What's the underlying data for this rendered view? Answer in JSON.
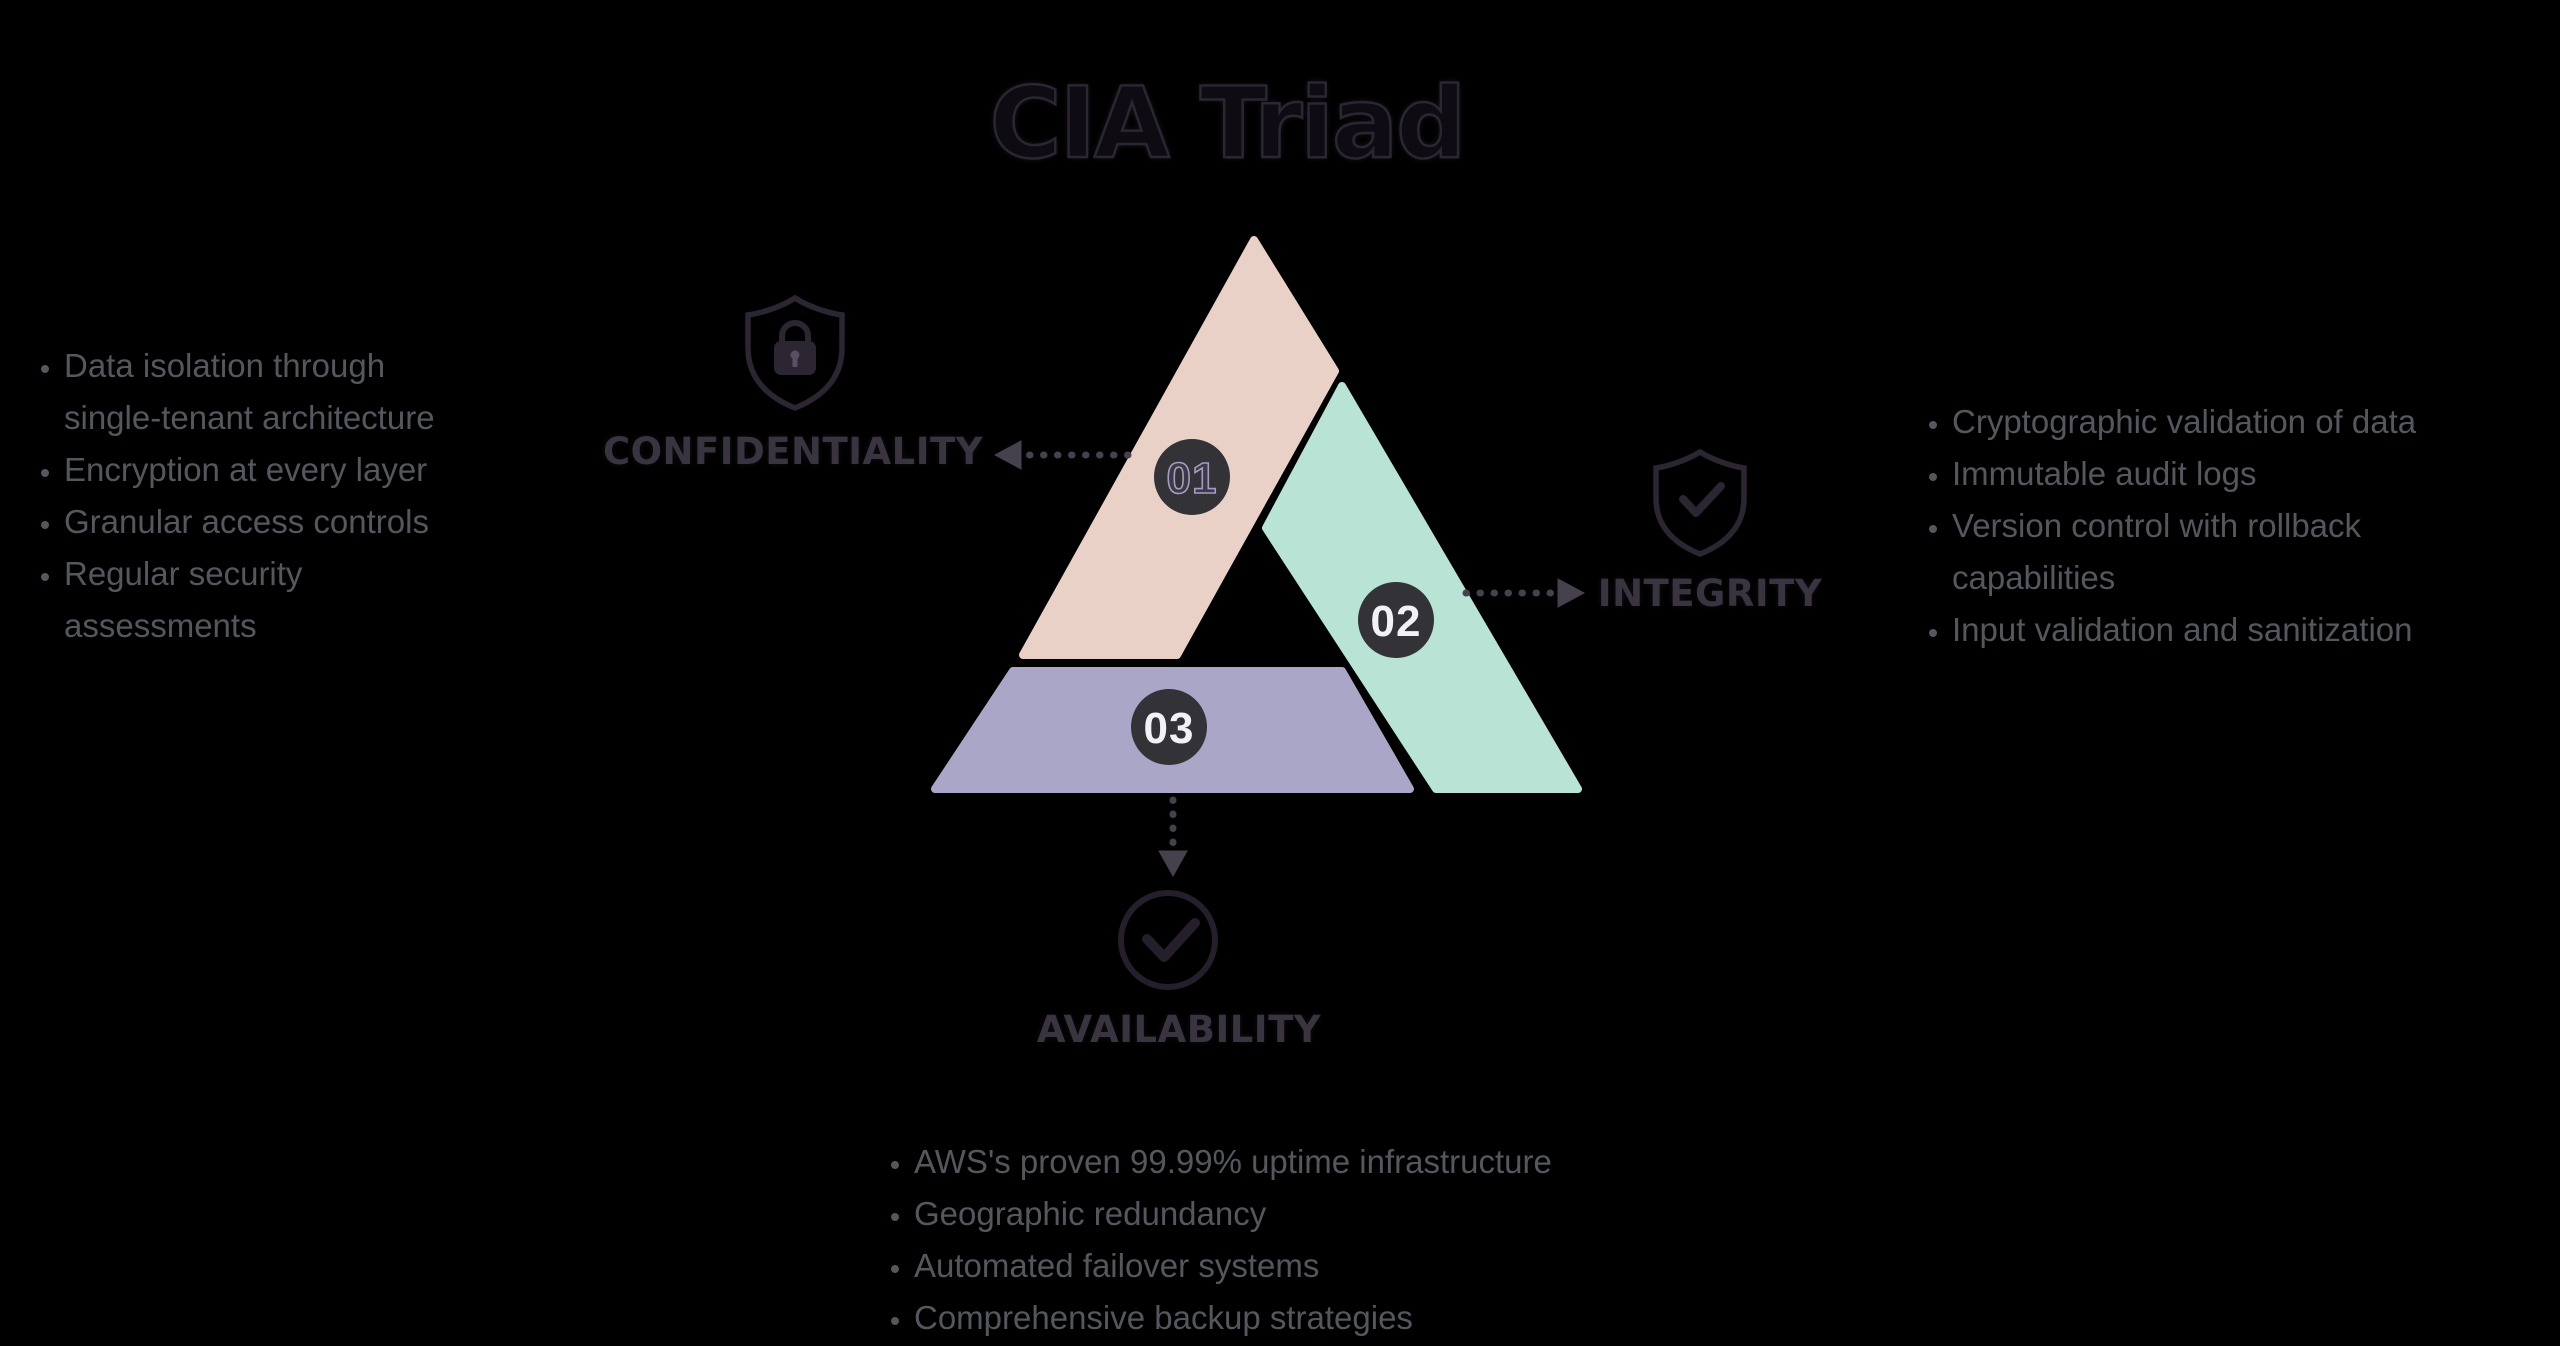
{
  "title": "CIA Triad",
  "triangle": {
    "segments": [
      {
        "id": "confidentiality",
        "number": "01",
        "color": "#e9d1c7"
      },
      {
        "id": "integrity",
        "number": "02",
        "color": "#b9e3d5"
      },
      {
        "id": "availability",
        "number": "03",
        "color": "#aaa6c8"
      }
    ]
  },
  "labels": {
    "confidentiality": "CONFIDENTIALITY",
    "integrity": "INTEGRITY",
    "availability": "AVAILABILITY"
  },
  "lists": {
    "confidentiality": [
      "Data isolation through single-tenant architecture",
      "Encryption at every layer",
      "Granular access controls",
      "Regular security assessments"
    ],
    "integrity": [
      "Cryptographic validation of data",
      "Immutable audit logs",
      "Version control with rollback capabilities",
      "Input validation and sanitization"
    ],
    "availability": [
      "AWS's proven 99.99% uptime infrastructure",
      "Geographic redundancy",
      "Automated failover systems",
      "Comprehensive backup strategies"
    ]
  },
  "icons": {
    "confidentiality": "shield-lock-icon",
    "integrity": "shield-check-icon",
    "availability": "check-circle-icon"
  },
  "colors": {
    "background": "#000000",
    "title_text": "#0e0b13",
    "label_text": "#3a3441",
    "list_text": "#55575e",
    "badge_fill": "#323237",
    "badge_number_light": "#f3f1f5",
    "arrow": "#46414d",
    "icon_stroke": "#2c2632"
  }
}
